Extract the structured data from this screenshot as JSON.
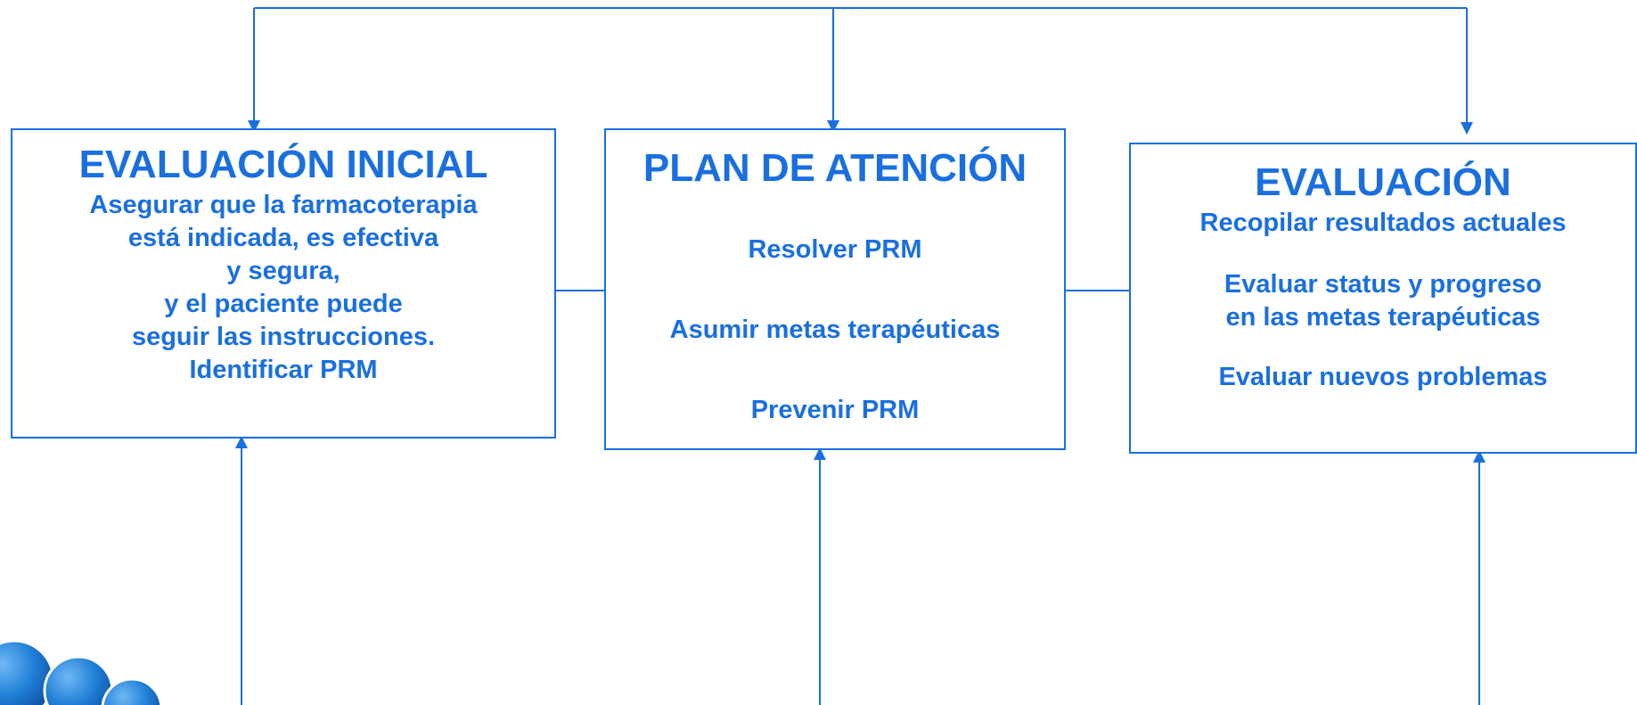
{
  "colors": {
    "accent": "#1a6fe0",
    "background": "#ffffff",
    "logo_blue": "#1f7fd6"
  },
  "boxes": {
    "initial": {
      "title": "EVALUACIÓN INICIAL",
      "lines": [
        "Asegurar que la farmacoterapia",
        "está indicada, es efectiva",
        "y segura,",
        "y el paciente puede",
        "seguir las instrucciones.",
        "Identificar PRM"
      ]
    },
    "plan": {
      "title": "PLAN DE ATENCIÓN",
      "lines": [
        "Resolver PRM",
        "Asumir metas terapéuticas",
        "Prevenir PRM"
      ]
    },
    "eval": {
      "title": "EVALUACIÓN",
      "lines": [
        "Recopilar resultados actuales",
        "Evaluar status y progreso",
        "en las metas terapéuticas",
        "Evaluar nuevos problemas"
      ]
    }
  },
  "logo": {
    "icon": "blue-spheres-logo"
  }
}
